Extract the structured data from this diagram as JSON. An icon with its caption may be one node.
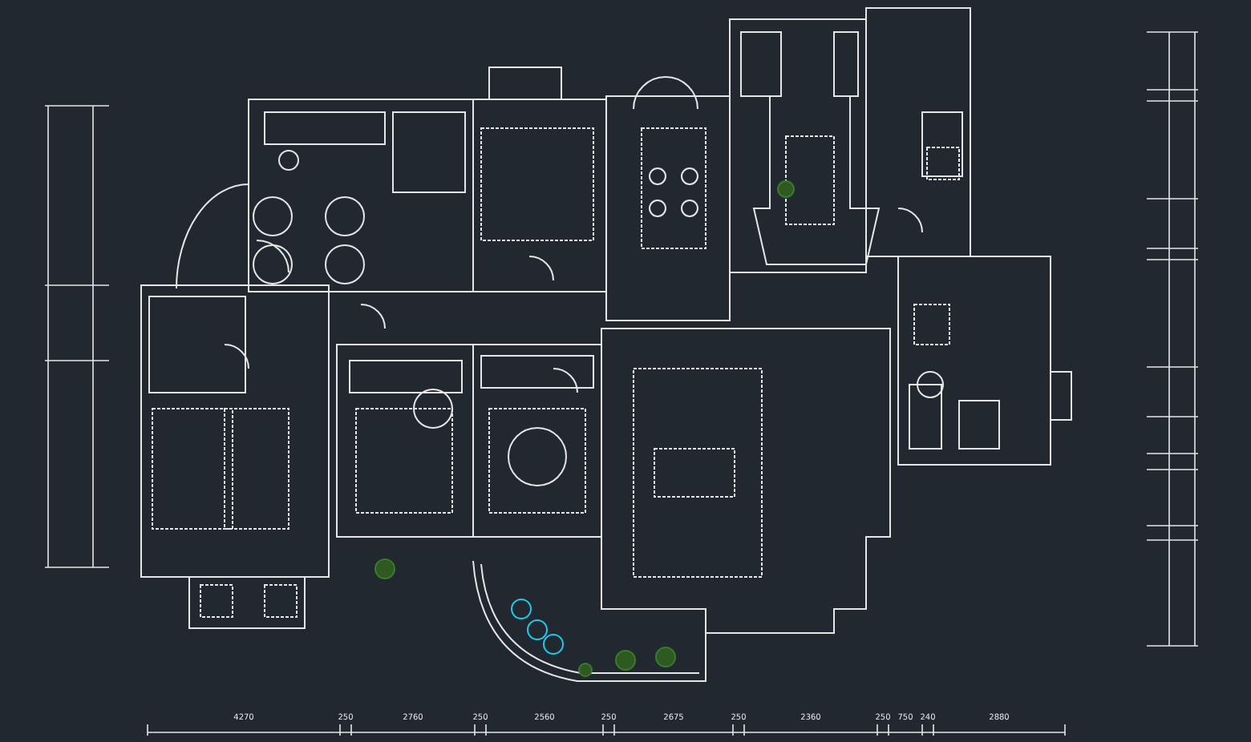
{
  "diagram": {
    "labels": [
      "4270",
      "250",
      "2760",
      "250",
      "2560",
      "250",
      "2675",
      "250",
      "2360",
      "250",
      "750",
      "240",
      "2880"
    ]
  }
}
